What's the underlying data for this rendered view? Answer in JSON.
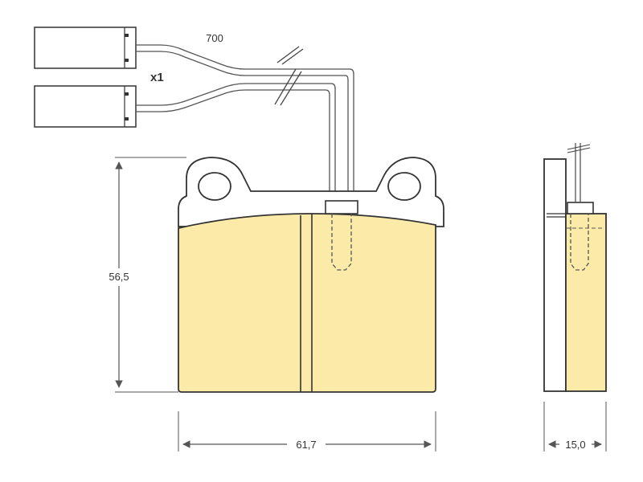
{
  "labels": {
    "wire_length": "700",
    "quantity": "x1",
    "height": "56,5",
    "width": "61,7",
    "thickness": "15,0"
  },
  "colors": {
    "lining": "#FCEBA8",
    "outline": "#333333",
    "backing": "#FFFFFF",
    "dimension": "#555555"
  }
}
